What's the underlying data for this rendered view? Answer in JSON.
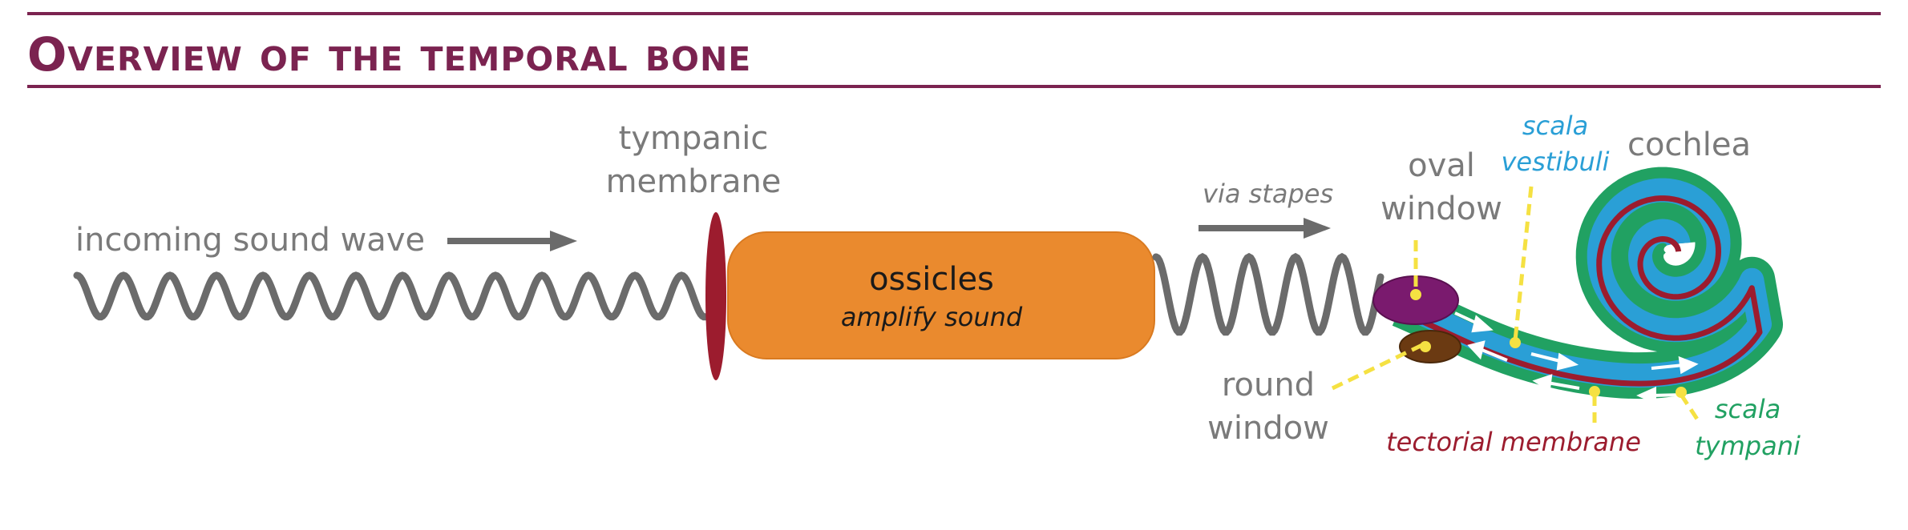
{
  "title": "Overview of the temporal bone",
  "labels": {
    "incoming_sound_wave": "incoming sound wave",
    "tympanic_line1": "tympanic",
    "tympanic_line2": "membrane",
    "ossicles": "ossicles",
    "ossicles_sub": "amplify sound",
    "via_stapes": "via stapes",
    "oval_line1": "oval",
    "oval_line2": "window",
    "round_line1": "round",
    "round_line2": "window",
    "scala_vestibuli_line1": "scala",
    "scala_vestibuli_line2": "vestibuli",
    "cochlea": "cochlea",
    "tectorial_membrane": "tectorial membrane",
    "scala_tympani_line1": "scala",
    "scala_tympani_line2": "tympani"
  },
  "colors": {
    "title": "#7b2350",
    "rule": "#7b2350",
    "label_gray": "#7a7a7a",
    "wave": "#6b6b6b",
    "ossicles_box": "#ea8a2e",
    "tympanic_membrane": "#9c1c2e",
    "oval_window": "#7a1a6e",
    "round_window": "#6b3a12",
    "scala_vestibuli": "#2a9fd6",
    "scala_tympani": "#21a162",
    "tectorial_membrane": "#9c1c2e",
    "pointer": "#f5e142"
  }
}
